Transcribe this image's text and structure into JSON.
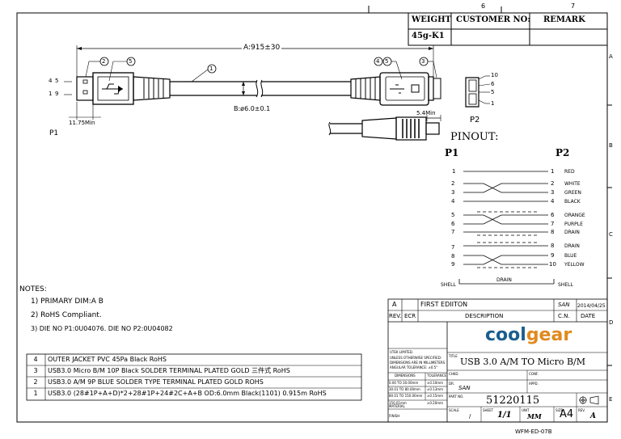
{
  "header": {
    "col_numbers": [
      "6",
      "7"
    ],
    "row_letters": [
      "A",
      "B",
      "C",
      "D",
      "E"
    ],
    "weight_label": "WEIGHT",
    "weight_value": "45g-K1",
    "customer_label": "CUSTOMER NO:",
    "remark_label": "REMARK"
  },
  "drawing": {
    "length_dim": "A:915±30",
    "callouts": [
      "2",
      "5",
      "1",
      "4",
      "5",
      "3"
    ],
    "p1_pins": [
      "4",
      "5",
      "1",
      "9"
    ],
    "p1_label": "P1",
    "p1_dim": "11.75Min",
    "diameter_dim": "B:ø6.0±0.1",
    "p2_len_dim": "5.4Min",
    "p2_pins": [
      "10",
      "6",
      "5",
      "1"
    ],
    "p2_label": "P2"
  },
  "pinout": {
    "title": "PINOUT:",
    "p1_header": "P1",
    "p2_header": "P2",
    "rows": [
      {
        "left": "1",
        "right": "1",
        "color": "RED"
      },
      {
        "left": "2",
        "right": "2",
        "color": "WHITE"
      },
      {
        "left": "3",
        "right": "3",
        "color": "GREEN"
      },
      {
        "left": "4",
        "right": "4",
        "color": "BLACK"
      },
      {
        "left": "5",
        "right": "6",
        "color": "ORANGE"
      },
      {
        "left": "6",
        "right": "7",
        "color": "PURPLE"
      },
      {
        "left": "7",
        "right": "8",
        "color": "DRAIN"
      },
      {
        "left": "7",
        "right": "8",
        "color": "DRAIN"
      },
      {
        "left": "8",
        "right": "9",
        "color": "BLUE"
      },
      {
        "left": "9",
        "right": "10",
        "color": "YELLOW"
      }
    ],
    "shell_left": "SHELL",
    "drain": "DRAIN",
    "shell_right": "SHELL"
  },
  "notes": {
    "title": "NOTES:",
    "items": [
      "1)  PRIMARY DIM:A B",
      "2)  RoHS Compliant.",
      "3)   DIE NO P1:0U04076.   DIE NO P2:0U04082"
    ]
  },
  "bom": [
    {
      "no": "4",
      "desc": "OUTER JACKET PVC 45Pa Black RoHS"
    },
    {
      "no": "3",
      "desc": "USB3.0 Micro B/M 10P Black  SOLDER TERMINAL PLATED GOLD 三件式 RoHS"
    },
    {
      "no": "2",
      "desc": "USB3.0 A/M 9P BLUE SOLDER TYPE TERMINAL PLATED GOLD  ROHS"
    },
    {
      "no": "1",
      "desc": "USB3.0 (28#1P+A+D)*2+28#1P+24#2C+A+B OD:6.0mm Black(1101) 0.915m RoHS"
    }
  ],
  "revision": {
    "rev": "A",
    "desc": "FIRST EDIITON",
    "cn": "SAN",
    "date": "2014/04/25",
    "head_rev": "REV.",
    "head_ecr": "ECR",
    "head_desc": "DESCRIPTION",
    "head_cn": "C.N.",
    "head_date": "DATE"
  },
  "title_block": {
    "logo_cool": "cool",
    "logo_gear": "gear",
    "tol_lines": [
      "UTEK LIMITED.",
      "UNLESS OTHERWISE SPECIFIED:",
      "DIMENSIONS ARE IN MILLIMETERS",
      "ANGULAR  TOLERANCE: ±0.5°"
    ],
    "tol_head_dim": "DIMENSIONS",
    "tol_head_tol": "TOLERANCE",
    "tol_rows": [
      {
        "range": "0.00 TO 30.00mm",
        "tol": "±0.10mm"
      },
      {
        "range": "30.01 TO 80.00mm",
        "tol": "±0.13mm"
      },
      {
        "range": "80.01 TO 150.00mm",
        "tol": "±0.15mm"
      },
      {
        "range": "150.01mm",
        "tol": "±0.20mm"
      }
    ],
    "material": "MATERIAL",
    "finish": "FINISH",
    "title_label": "TITLE",
    "title": "USB 3.0 A/M TO Micro B/M",
    "chkd": "CHKD.",
    "conf": "CONF.",
    "dr": "DR.",
    "dr_sign": "SAN",
    "appd": "APPD.",
    "part_label": "PART NO.",
    "part_no": "51220115",
    "scale_label": "SCALE",
    "scale": "/",
    "sheet_label": "SHEET",
    "sheet": "1/1",
    "unit_label": "UNIT",
    "unit": "MM",
    "size_label": "SIZE",
    "size": "A4",
    "rev_label": "REV.",
    "rev": "A",
    "form": "WFM-ED-07B"
  }
}
